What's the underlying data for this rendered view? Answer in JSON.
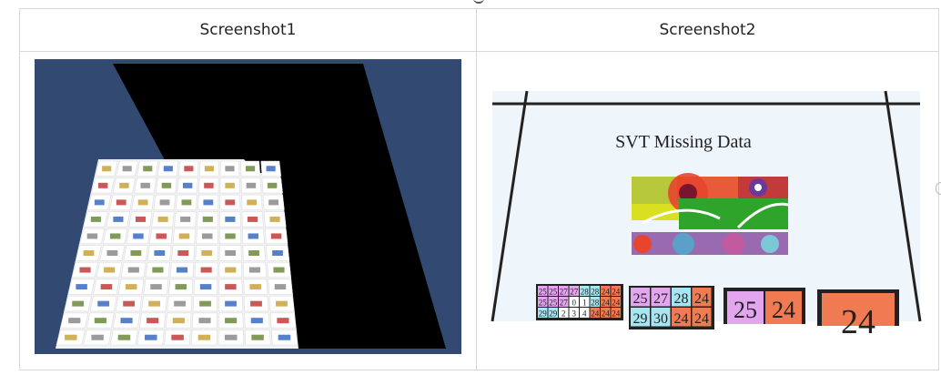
{
  "table": {
    "headers": [
      "Screenshot1",
      "Screenshot2"
    ]
  },
  "screenshot2": {
    "title": "SVT Missing Data",
    "panel_a": {
      "rows": [
        [
          "25",
          "25",
          "27",
          "27",
          "28",
          "28",
          "24",
          "24"
        ],
        [
          "25",
          "25",
          "27",
          "0",
          "1",
          "28",
          "24",
          "24"
        ],
        [
          "29",
          "29",
          "2",
          "3",
          "4",
          "24",
          "24",
          "24"
        ]
      ]
    },
    "panel_b": {
      "rows": [
        [
          "25",
          "27",
          "28",
          "24"
        ],
        [
          "29",
          "30",
          "24",
          "24"
        ]
      ]
    },
    "panel_c": [
      "25",
      "24"
    ],
    "panel_d": [
      "24"
    ]
  },
  "colors": {
    "background_dark_blue": "#324a72",
    "plane_black": "#000000",
    "cell_pink": "#e3a6ee",
    "cell_cyan": "#a6e6f2",
    "cell_orange": "#f07a52"
  }
}
